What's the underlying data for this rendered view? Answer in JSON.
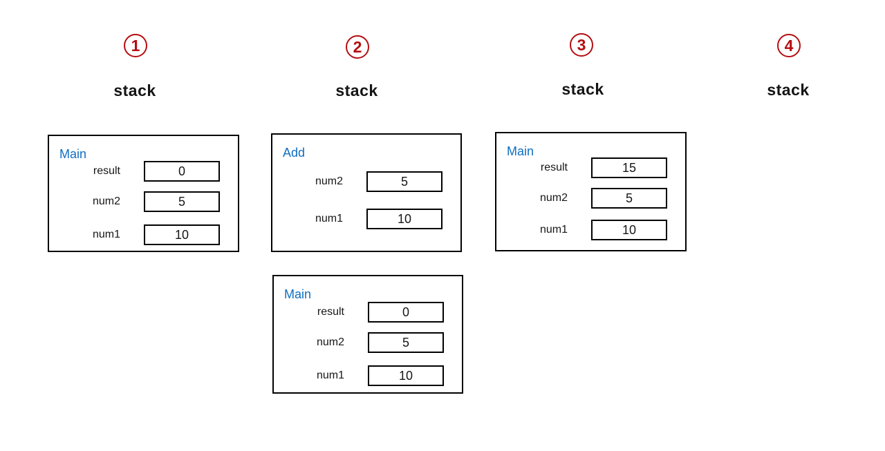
{
  "colors": {
    "accent_blue": "#0E6FC1",
    "accent_red": "#B50D11",
    "border_black": "#000000"
  },
  "columns": [
    {
      "number": "1",
      "stack_label": "stack",
      "frames": [
        {
          "title": "Main",
          "rows": [
            {
              "label": "result",
              "value": "0"
            },
            {
              "label": "num2",
              "value": "5"
            },
            {
              "label": "num1",
              "value": "10"
            }
          ]
        }
      ]
    },
    {
      "number": "2",
      "stack_label": "stack",
      "frames": [
        {
          "title": "Add",
          "rows": [
            {
              "label": "num2",
              "value": "5"
            },
            {
              "label": "num1",
              "value": "10"
            }
          ]
        },
        {
          "title": "Main",
          "rows": [
            {
              "label": "result",
              "value": "0"
            },
            {
              "label": "num2",
              "value": "5"
            },
            {
              "label": "num1",
              "value": "10"
            }
          ]
        }
      ]
    },
    {
      "number": "3",
      "stack_label": "stack",
      "frames": [
        {
          "title": "Main",
          "rows": [
            {
              "label": "result",
              "value": "15"
            },
            {
              "label": "num2",
              "value": "5"
            },
            {
              "label": "num1",
              "value": "10"
            }
          ]
        }
      ]
    },
    {
      "number": "4",
      "stack_label": "stack",
      "frames": []
    }
  ]
}
